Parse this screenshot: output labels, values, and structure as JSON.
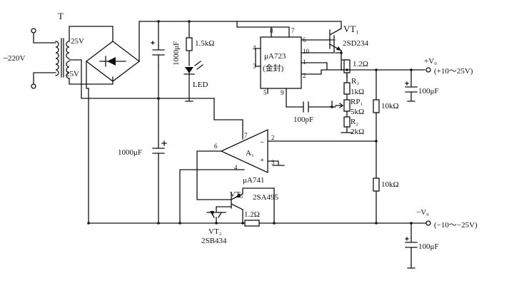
{
  "labels": {
    "transformer": "T",
    "mains": "~220V",
    "sec_top": "25V",
    "sec_bottom": "25V",
    "r_led": "1.5kΩ",
    "c_filter_top": "1000μF",
    "led": "LED",
    "c_filter_bottom": "1000μF",
    "reg_ic": "μA723",
    "reg_pkg": "(金封)",
    "pin_8": "8",
    "pin_7": "7",
    "pin_6": "6",
    "pin_4": "4",
    "pin_10": "10",
    "pin_3": "3",
    "pin_1": "1",
    "pin_2": "2",
    "pin_5": "5",
    "pin_9": "9",
    "c_comp": "100pF",
    "vt1": "VT₁",
    "vt1_part": "2SD234",
    "r_sense_pos": "1.2Ω",
    "vo_pos": "+V₀",
    "vo_pos_range": "(+10～25V)",
    "c_out_pos": "100μF",
    "r1": "R₁",
    "r1_val": "1kΩ",
    "rp1": "RP₁",
    "rp1_val": "5kΩ",
    "r2": "R₂",
    "r2_val": "2kΩ",
    "r_div_top": "10kΩ",
    "r_div_bottom": "10kΩ",
    "opamp_name": "A₁",
    "opamp_part": "μA741",
    "op_pin_7": "7",
    "op_pin_2": "2",
    "op_pin_6": "6",
    "op_pin_3": "3",
    "op_pin_4": "4",
    "vt3": "VT₃",
    "vt3_part": "2SA495",
    "vt2": "VT₂",
    "vt2_part": "2SB434",
    "r_sense_neg": "1.2Ω",
    "vo_neg": "−V₀",
    "vo_neg_range": "(−10～−25V)",
    "c_out_neg": "100μF"
  }
}
